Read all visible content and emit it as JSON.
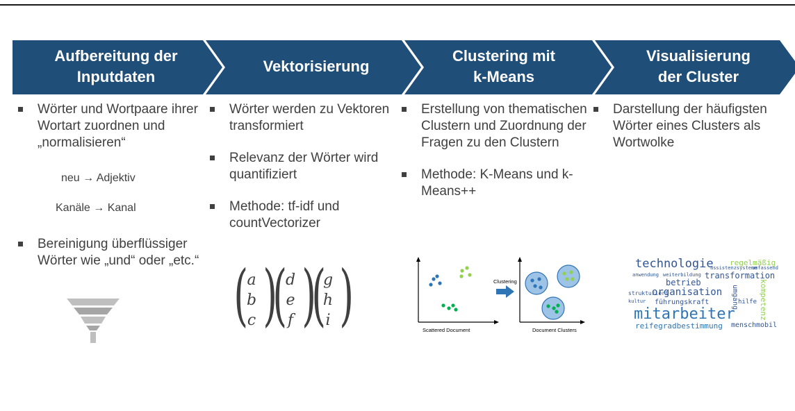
{
  "stages": [
    {
      "title": "Aufbereitung der\nInputdaten",
      "color": "#1f4e79"
    },
    {
      "title": "Vektorisierung",
      "color": "#1f4e79"
    },
    {
      "title": "Clustering mit\nk-Means",
      "color": "#1f4e79"
    },
    {
      "title": "Visualisierung\nder Cluster",
      "color": "#1f4e79"
    }
  ],
  "col1": {
    "bullet1": "Wörter und Wortpaare ihrer Wortart zuordnen und „normalisieren“",
    "example1": "neu → Adjektiv",
    "example2": "Kanäle → Kanal",
    "bullet2": "Bereinigung überflüssiger Wörter wie „und“ oder „etc.“"
  },
  "col2": {
    "bullet1": "Wörter werden zu Vektoren transformiert",
    "bullet2": "Relevanz der Wörter wird quantifiziert",
    "bullet3": "Methode: tf-idf und countVectorizer",
    "matrix": [
      [
        "a",
        "b",
        "c"
      ],
      [
        "d",
        "e",
        "f"
      ],
      [
        "g",
        "h",
        "i"
      ]
    ]
  },
  "col3": {
    "bullet1": "Erstellung von thematischen Clustern und Zuordnung der Fragen zu den Clustern",
    "bullet2": "Methode: K-Means und k-Means++",
    "scatter_label": "Scattered Document",
    "arrow_label": "Clustering",
    "clusters_label": "Document Clusters"
  },
  "col4": {
    "bullet1": "Darstellung der häufigsten Wörter eines Clusters als Wortwolke",
    "wordcloud": [
      "technologie",
      "regelmäßig",
      "transformation",
      "betrieb",
      "organisation",
      "führungskraft",
      "mitarbeiter",
      "reifegradbestimmung",
      "mensch",
      "mobil",
      "kompetenz",
      "umgang",
      "hilfe",
      "strukturiert",
      "assistenzsysteme",
      "umfassend",
      "anwendung",
      "weiterbildung",
      "kultur"
    ]
  }
}
